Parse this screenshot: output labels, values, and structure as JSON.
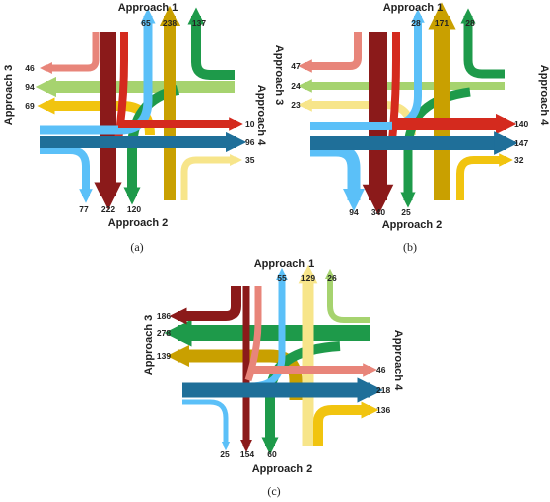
{
  "colors": {
    "pink": "#e8857a",
    "lightgreen": "#a6d36f",
    "gold": "#f1c40f",
    "lightblue": "#5bc0f8",
    "navy": "#1f6f99",
    "lightyellow": "#f7e58a",
    "darkred": "#8b1a1a",
    "red": "#d42a1e",
    "green": "#1e9a4a",
    "olive": "#c9a000"
  },
  "panels": [
    {
      "caption": "(a)",
      "approaches": {
        "a1": "Approach 1",
        "a2": "Approach 2",
        "a3": "Approach 3",
        "a4": "Approach 4"
      },
      "counts": {
        "a1_left": "65",
        "a1_mid": "238",
        "a1_right": "137",
        "a2_left": "77",
        "a2_mid": "222",
        "a2_right": "120",
        "a3_top": "46",
        "a3_mid": "94",
        "a3_bot": "69",
        "a4_top": "10",
        "a4_mid": "96",
        "a4_bot": "35"
      }
    },
    {
      "caption": "(b)",
      "approaches": {
        "a1": "Approach 1",
        "a2": "Approach 2",
        "a3": "Approach 3",
        "a4": "Approach 4"
      },
      "counts": {
        "a1_left": "28",
        "a1_mid": "171",
        "a1_right": "28",
        "a2_left": "94",
        "a2_mid": "340",
        "a2_right": "25",
        "a3_top": "47",
        "a3_mid": "24",
        "a3_bot": "23",
        "a4_top": "140",
        "a4_mid": "147",
        "a4_bot": "32"
      }
    },
    {
      "caption": "(c)",
      "approaches": {
        "a1": "Approach 1",
        "a2": "Approach 2",
        "a3": "Approach 3",
        "a4": "Approach 4"
      },
      "counts": {
        "a1_left": "55",
        "a1_mid": "129",
        "a1_right": "26",
        "a2_left": "25",
        "a2_mid": "154",
        "a2_right": "60",
        "a3_top": "186",
        "a3_mid": "278",
        "a3_bot": "139",
        "a4_top": "46",
        "a4_mid": "218",
        "a4_bot": "136"
      }
    }
  ]
}
